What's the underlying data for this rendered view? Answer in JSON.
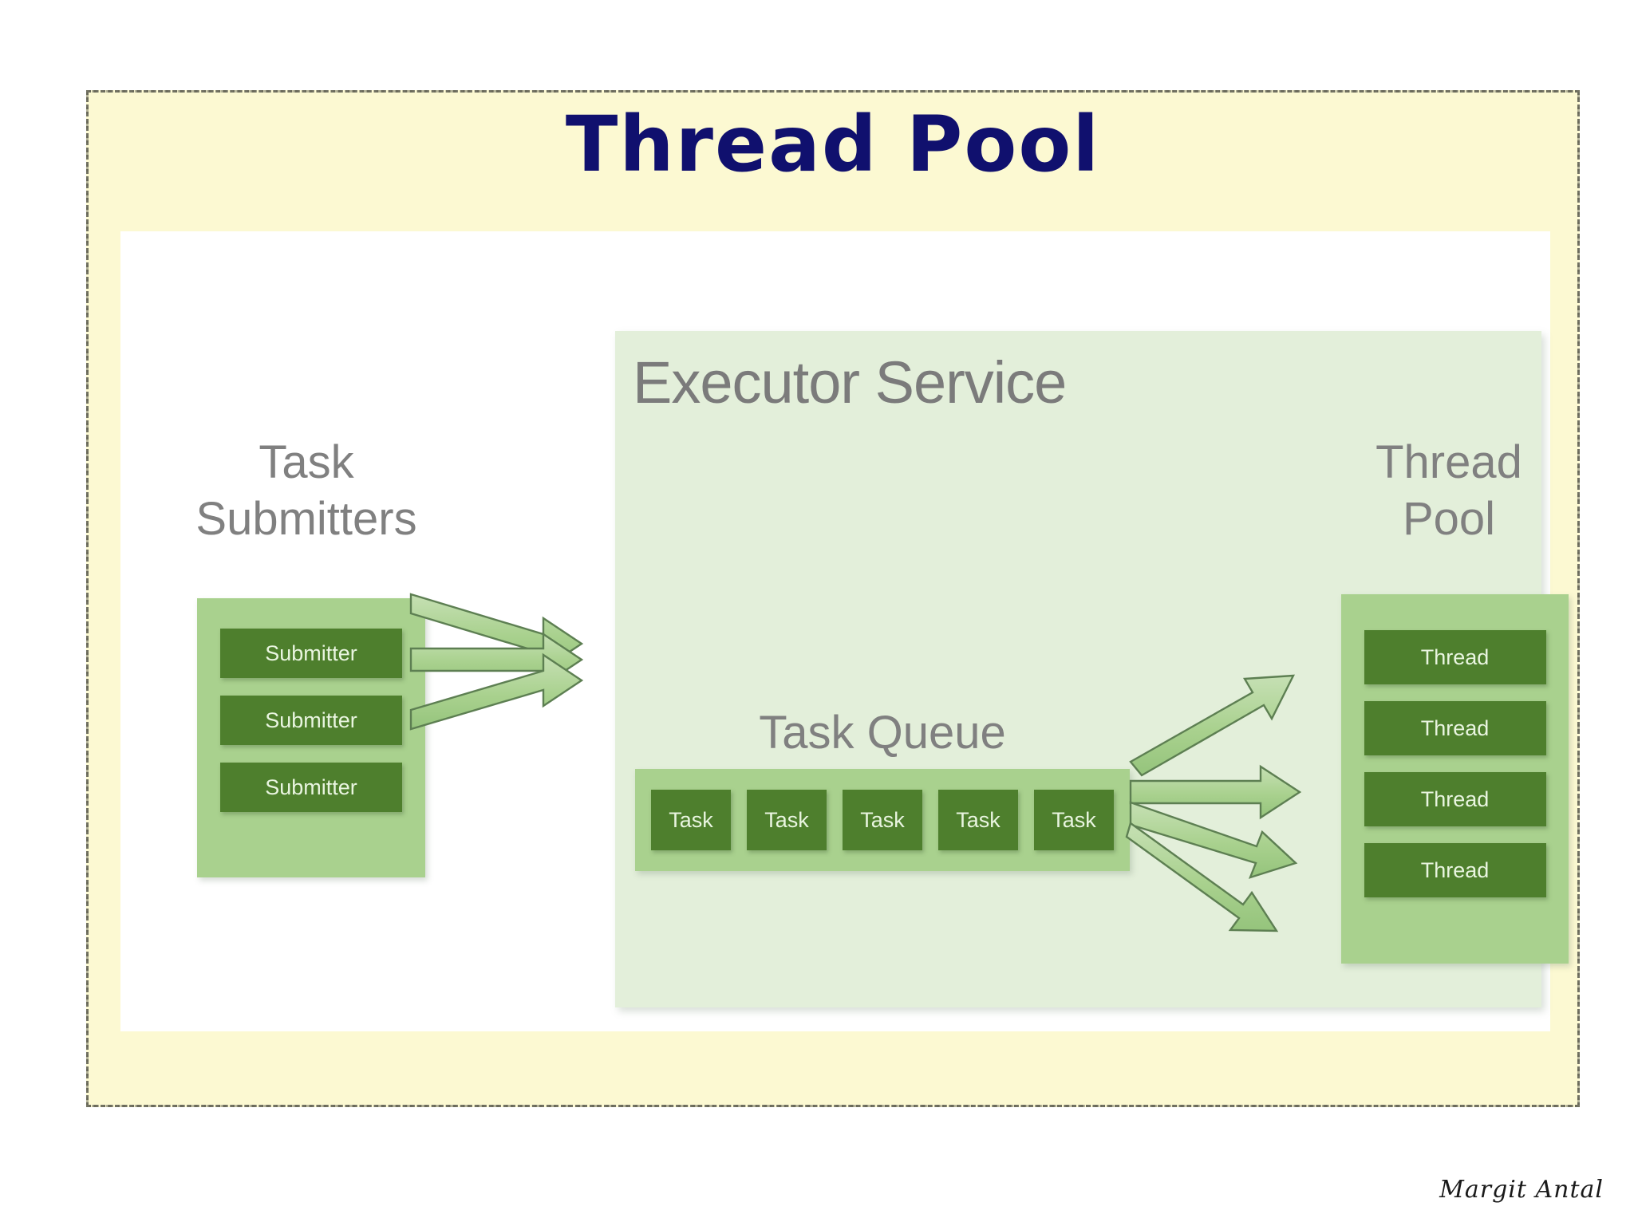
{
  "slide": {
    "title": "Thread Pool",
    "signature": "Margit Antal",
    "colors": {
      "slide_background": "#fcf9d2",
      "panel_background": "#ffffff",
      "executor_background": "#e3efda",
      "group_green": "#a9d18e",
      "box_green": "#4e7f2d",
      "label_gray": "#808080",
      "title_navy": "#10106e",
      "arrow_fill": "#a9d18e",
      "arrow_stroke": "#5d7f52"
    }
  },
  "task_submitters": {
    "label": "Task\nSubmitters",
    "items": [
      {
        "label": "Submitter"
      },
      {
        "label": "Submitter"
      },
      {
        "label": "Submitter"
      }
    ]
  },
  "executor_service": {
    "label": "Executor Service",
    "task_queue": {
      "label": "Task Queue",
      "items": [
        {
          "label": "Task"
        },
        {
          "label": "Task"
        },
        {
          "label": "Task"
        },
        {
          "label": "Task"
        },
        {
          "label": "Task"
        }
      ]
    }
  },
  "thread_pool": {
    "label": "Thread\nPool",
    "items": [
      {
        "label": "Thread"
      },
      {
        "label": "Thread"
      },
      {
        "label": "Thread"
      },
      {
        "label": "Thread"
      }
    ]
  },
  "arrows": {
    "submitters_to_queue_count": 3,
    "queue_to_threads_count": 4
  }
}
